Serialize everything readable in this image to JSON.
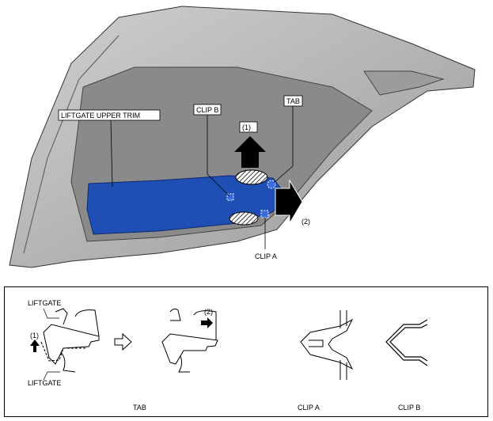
{
  "main_view": {
    "labels": {
      "upper_trim": "LIFTGATE UPPER TRIM",
      "clip_b": "CLIP B",
      "tab": "TAB",
      "clip_a": "CLIP A",
      "step1": "(1)",
      "step2": "(2)"
    },
    "colors": {
      "trim": "#1f4fb5",
      "liftgate": "#b4b4b4",
      "panel": "#8a8a8a"
    }
  },
  "detail_view": {
    "labels": {
      "liftgate_top": "LIFTGATE",
      "liftgate_bottom": "LIFTGATE",
      "step1": "(1)",
      "step2": "(2)",
      "tab": "TAB",
      "clip_a": "CLIP A",
      "clip_b": "CLIP B"
    }
  }
}
